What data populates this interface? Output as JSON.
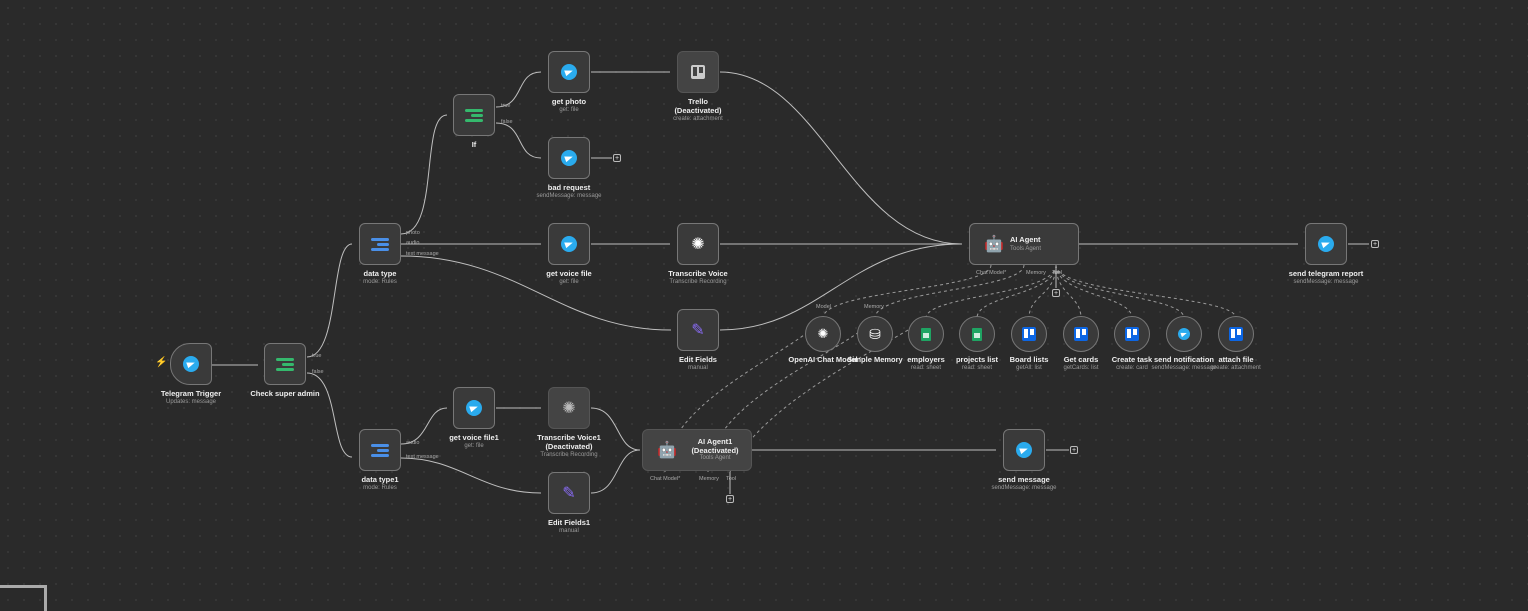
{
  "nodes": {
    "telegram_trigger": {
      "label": "Telegram Trigger",
      "sub": "Updates: message"
    },
    "check_super_admin": {
      "label": "Check super admin",
      "ports": [
        "true",
        "false"
      ]
    },
    "data_type": {
      "label": "data type",
      "sub": "mode: Rules",
      "ports": [
        "photo",
        "audio",
        "text message"
      ]
    },
    "data_type1": {
      "label": "data type1",
      "sub": "mode: Rules",
      "ports": [
        "audio",
        "text message"
      ]
    },
    "if": {
      "label": "If",
      "ports": [
        "true",
        "false"
      ]
    },
    "get_photo": {
      "label": "get photo",
      "sub": "get: file"
    },
    "bad_request": {
      "label": "bad request",
      "sub": "sendMessage: message"
    },
    "trello": {
      "label": "Trello\n(Deactivated)",
      "label1": "Trello",
      "label2": "(Deactivated)",
      "sub": "create: attachment"
    },
    "get_voice_file": {
      "label": "get voice file",
      "sub": "get: file"
    },
    "transcribe_voice": {
      "label": "Transcribe Voice",
      "sub": "Transcribe Recording"
    },
    "edit_fields": {
      "label": "Edit Fields",
      "sub": "manual"
    },
    "ai_agent": {
      "label": "AI Agent",
      "sub": "Tools Agent",
      "ports": [
        "Chat Model*",
        "Memory",
        "Tool"
      ]
    },
    "send_telegram_report": {
      "label": "send telegram report",
      "sub": "sendMessage: message"
    },
    "openai_chat_model": {
      "label": "OpenAI Chat Model",
      "port": "Model"
    },
    "simple_memory": {
      "label": "Simple Memory",
      "port": "Memory"
    },
    "employers": {
      "label": "employers",
      "sub": "read: sheet"
    },
    "projects_list": {
      "label": "projects list",
      "sub": "read: sheet"
    },
    "board_lists": {
      "label": "Board lists",
      "sub": "getAll: list"
    },
    "get_cards": {
      "label": "Get cards",
      "sub": "getCards: list"
    },
    "create_task": {
      "label": "Create task",
      "sub": "create: card"
    },
    "send_notification": {
      "label": "send notification",
      "sub": "sendMessage: message"
    },
    "attach_file": {
      "label": "attach file",
      "sub": "create: attachment"
    },
    "get_voice_file1": {
      "label": "get voice file1",
      "sub": "get: file"
    },
    "transcribe_voice1": {
      "label1": "Transcribe Voice1",
      "label2": "(Deactivated)",
      "sub": "Transcribe Recording"
    },
    "edit_fields1": {
      "label": "Edit Fields1",
      "sub": "manual"
    },
    "ai_agent1": {
      "label1": "AI Agent1",
      "label2": "(Deactivated)",
      "sub": "Tools Agent",
      "ports": [
        "Chat Model*",
        "Memory",
        "Tool"
      ]
    },
    "send_message": {
      "label": "send message",
      "sub": "sendMessage: message"
    }
  },
  "icons": {
    "telegram": "telegram-icon",
    "switch": "switch-icon",
    "if": "if-icon",
    "trello": "trello-icon",
    "openai": "openai-icon",
    "edit": "pencil-icon",
    "robot": "robot-icon",
    "memory": "database-icon",
    "sheets": "sheets-icon"
  },
  "colors": {
    "background": "#2a2a2a",
    "node": "#3a3a3a",
    "border": "#777777",
    "telegram": "#2aabee",
    "sheets": "#1fa463",
    "trello": "#0c66e4",
    "trigger": "#ff6d5a"
  }
}
